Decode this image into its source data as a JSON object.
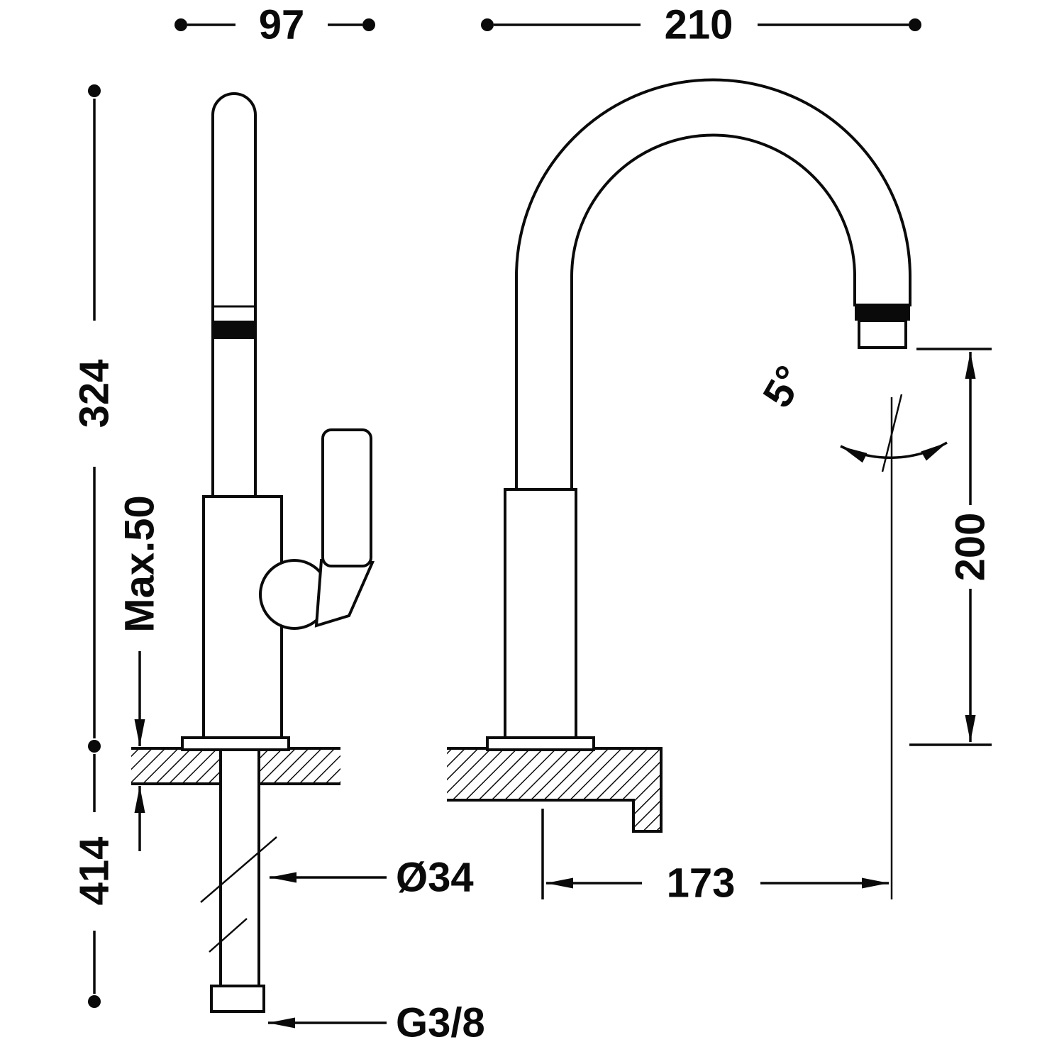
{
  "drawing": {
    "type": "technical-dimension-drawing",
    "subject": "single-lever basin/kitchen faucet, side view and front view",
    "colors": {
      "line": "#0a0a0a",
      "background": "#ffffff"
    },
    "dims": {
      "side_top_span": "97",
      "front_top_span": "210",
      "height_above_deck": "324",
      "max_deck_thickness": "Max.50",
      "height_below_deck": "414",
      "shank_diameter": "Ø34",
      "supply_thread": "G3/8",
      "spout_reach": "173",
      "outlet_clearance": "200",
      "outlet_angle": "5°"
    }
  }
}
